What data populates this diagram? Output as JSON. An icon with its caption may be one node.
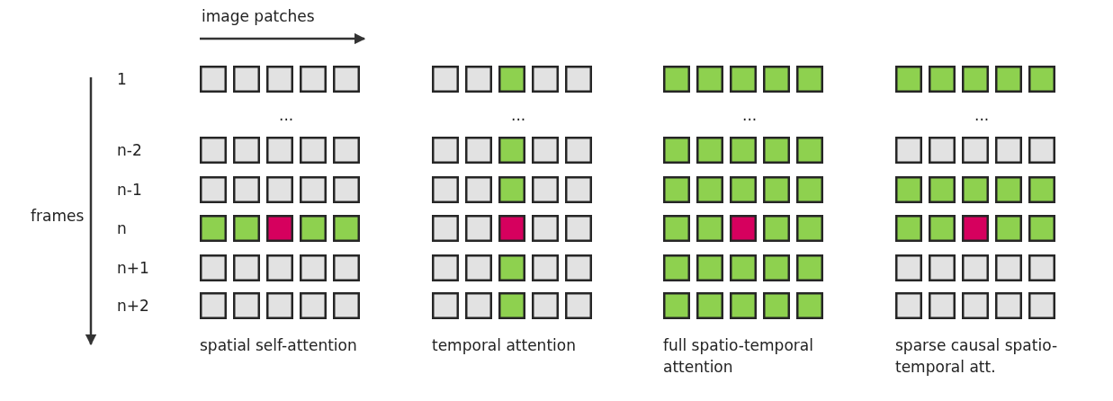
{
  "diagram": {
    "labels": [
      "image patches",
      "1",
      "...",
      "...",
      "...",
      "...",
      "n-2",
      "n-1",
      "frames",
      "n",
      "n+1",
      "n+2",
      "spatial self-attention",
      "temporal attention",
      "full spatio-temporal attention",
      "sparse causal spatio-temporal att."
    ]
  }
}
